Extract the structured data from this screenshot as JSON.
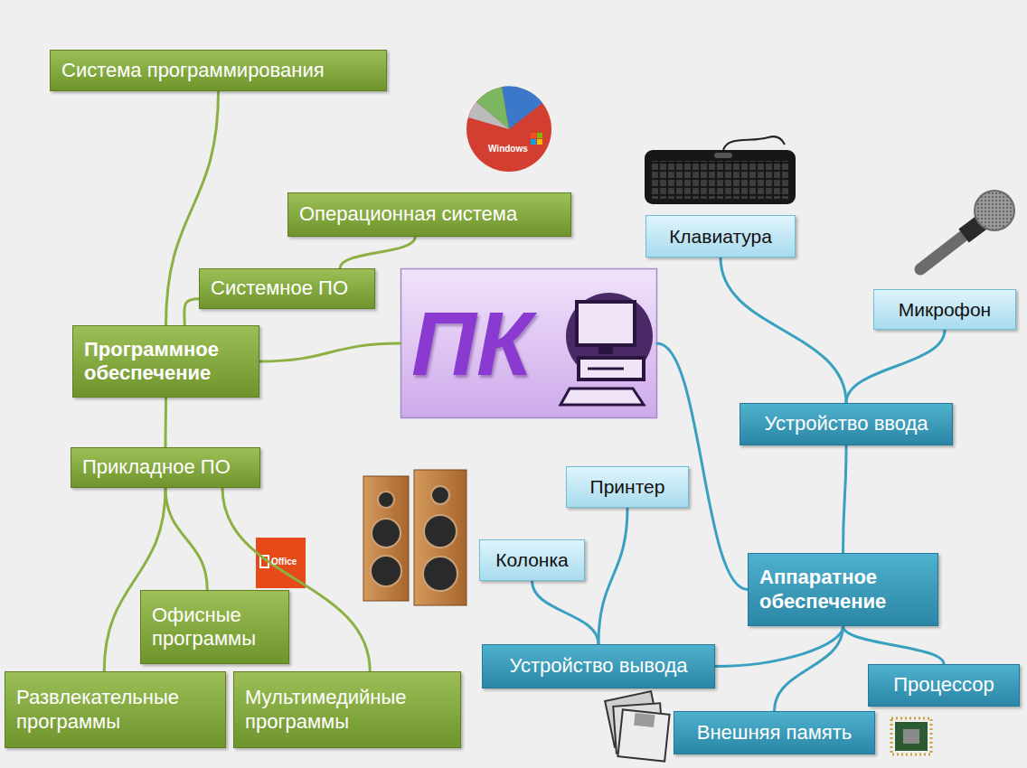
{
  "diagram": {
    "nodes": [
      {
        "text": [
          "Система программирования"
        ]
      },
      {
        "text": [
          "Операционная система"
        ]
      },
      {
        "text": [
          "Клавиатура"
        ]
      },
      {
        "text": [
          "Системное ПО"
        ]
      },
      {
        "text": [
          "ПК"
        ]
      },
      {
        "text": [
          "Микрофон"
        ]
      },
      {
        "text": [
          "Программное обеспечение"
        ]
      },
      {
        "text": [
          "Устройство ввода"
        ]
      },
      {
        "text": [
          "Прикладное ПО"
        ]
      },
      {
        "text": [
          "Принтер"
        ]
      },
      {
        "text": [
          "Колонка"
        ]
      },
      {
        "text": [
          "Аппаратное обеспечение"
        ]
      },
      {
        "text": [
          "Офисные программы"
        ]
      },
      {
        "text": [
          "Устройство вывода"
        ]
      },
      {
        "text": [
          "Процессор"
        ]
      },
      {
        "text": [
          "Развлекательные программы"
        ]
      },
      {
        "text": [
          "Мультимедийные программы"
        ]
      },
      {
        "text": [
          "Внешняя память"
        ]
      }
    ],
    "edges": [
      {
        "from": 6,
        "to": 0,
        "arrow": "none"
      },
      {
        "from": 6,
        "to": 3,
        "arrow": "none"
      },
      {
        "from": 3,
        "to": 1,
        "arrow": "none"
      },
      {
        "from": 4,
        "to": 6,
        "arrow": "none"
      },
      {
        "from": 6,
        "to": 8,
        "arrow": "none"
      },
      {
        "from": 8,
        "to": 12,
        "arrow": "none"
      },
      {
        "from": 8,
        "to": 15,
        "arrow": "none"
      },
      {
        "from": 8,
        "to": 16,
        "arrow": "none"
      },
      {
        "from": 4,
        "to": 11,
        "arrow": "none"
      },
      {
        "from": 11,
        "to": 7,
        "arrow": "none"
      },
      {
        "from": 7,
        "to": 2,
        "arrow": "none"
      },
      {
        "from": 7,
        "to": 5,
        "arrow": "none"
      },
      {
        "from": 11,
        "to": 13,
        "arrow": "none"
      },
      {
        "from": 13,
        "to": 10,
        "arrow": "none"
      },
      {
        "from": 13,
        "to": 9,
        "arrow": "none"
      },
      {
        "from": 11,
        "to": 17,
        "arrow": "none"
      },
      {
        "from": 11,
        "to": 14,
        "arrow": "none"
      }
    ],
    "labels": [
      "Windows",
      "Office"
    ]
  }
}
